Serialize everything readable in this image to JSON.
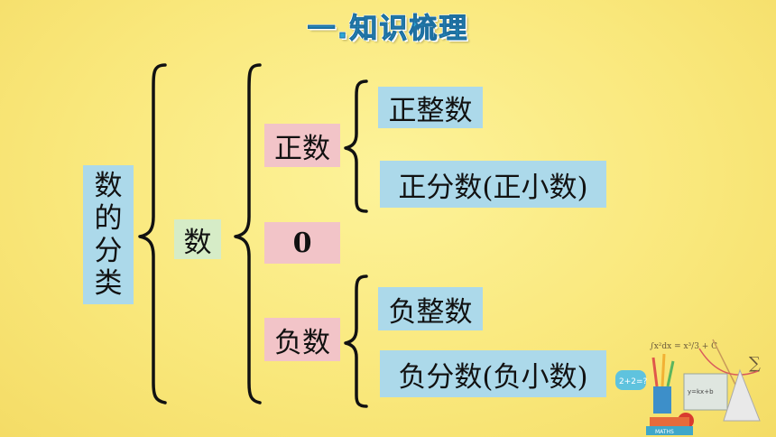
{
  "title": "一.知识梳理",
  "root": "数的分类",
  "level1": "数",
  "level2": {
    "positive": "正数",
    "zero": "0",
    "negative": "负数"
  },
  "level3": {
    "positive_integer": "正整数",
    "positive_fraction": "正分数(正小数)",
    "negative_integer": "负整数",
    "negative_fraction": "负分数(负小数)"
  },
  "decoration": {
    "formula": "∫x²dx = x³/3 + C",
    "sum_symbol": "∑",
    "book_label": "MATHS",
    "bubble_text": "2+2=?",
    "board_text": "y=kx+b"
  },
  "colors": {
    "title": "#2ea7d6",
    "blue_box": "#acd9ea",
    "pink_box": "#f2c4c8",
    "green_box": "#d6ecc7",
    "background": "#f9e77a"
  }
}
